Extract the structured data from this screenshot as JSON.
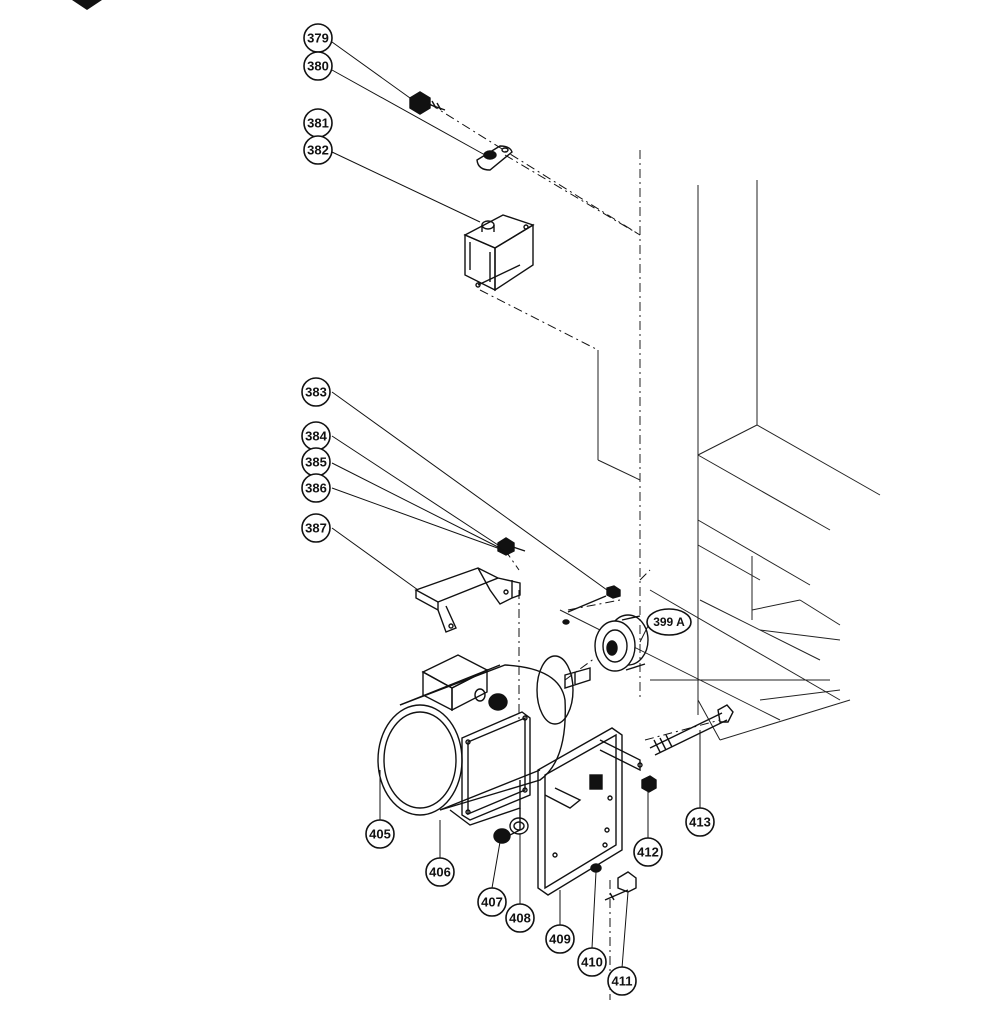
{
  "callouts": {
    "c379": "379",
    "c380": "380",
    "c381": "381",
    "c382": "382",
    "c383": "383",
    "c384": "384",
    "c385": "385",
    "c386": "386",
    "c387": "387",
    "c399a": "399 A",
    "c405": "405",
    "c406": "406",
    "c407": "407",
    "c408": "408",
    "c409": "409",
    "c410": "410",
    "c411": "411",
    "c412": "412",
    "c413": "413"
  }
}
